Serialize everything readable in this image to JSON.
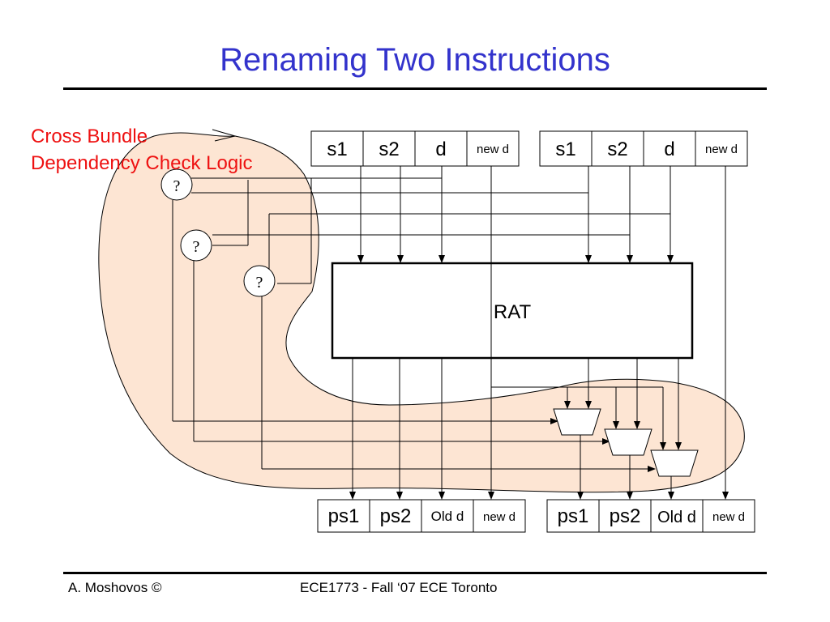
{
  "title": "Renaming Two Instructions",
  "callout": {
    "line1": "Cross Bundle",
    "line2": "Dependency Check Logic",
    "color": "#ee1111"
  },
  "input_fields": {
    "s1": "s1",
    "s2": "s2",
    "d": "d",
    "new_d": "new d"
  },
  "rat_label": "RAT",
  "check_symbol": "?",
  "output_fields": {
    "ps1": "ps1",
    "ps2": "ps2",
    "old_d": "Old d",
    "new_d": "new d"
  },
  "footer": {
    "author": "A. Moshovos ©",
    "course": "ECE1773 - Fall ‘07 ECE Toronto"
  },
  "colors": {
    "title": "#3333cc",
    "region_fill": "#fde5d3"
  }
}
